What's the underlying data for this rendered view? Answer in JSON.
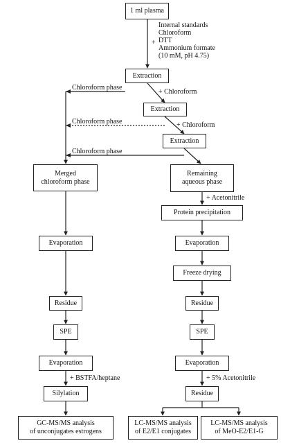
{
  "nodes": {
    "plasma": "1 ml plasma",
    "extraction1": "Extraction",
    "extraction2": "Extraction",
    "extraction3": "Extraction",
    "merged": "Merged\nchloroform phase",
    "remaining": "Remaining\naqueous phase",
    "protein_precip": "Protein precipitation",
    "evap_left": "Evaporation",
    "evap_right": "Evaporation",
    "freeze_drying": "Freeze drying",
    "residue_left": "Residue",
    "residue_right": "Residue",
    "spe_left": "SPE",
    "spe_right": "SPE",
    "evap2_left": "Evaporation",
    "evap2_right": "Evaporation",
    "silylation": "Silylation",
    "residue_final": "Residue",
    "gc_out": "GC-MS/MS analysis\nof unconjugates estrogens",
    "lc_out1": "LC-MS/MS analysis\nof E2/E1 conjugates",
    "lc_out2": "LC-MS/MS analysis\nof MeO-E2/E1-G"
  },
  "labels": {
    "reagents": "Internal standards\nChloroform\nDTT\nAmmonium formate\n(10 mM, pH 4.75)",
    "reagents_plus": "+",
    "add_chloroform1": "+ Chloroform",
    "add_chloroform2": "+ Chloroform",
    "chloroform_phase1": "Chloroform phase",
    "chloroform_phase2": "Chloroform phase",
    "chloroform_phase3": "Chloroform phase",
    "add_acetonitrile": "+ Acetonitrile",
    "add_bstfa": "+ BSTFA/heptane",
    "add_acetonitrile_5": "+ 5% Acetonitrile"
  }
}
